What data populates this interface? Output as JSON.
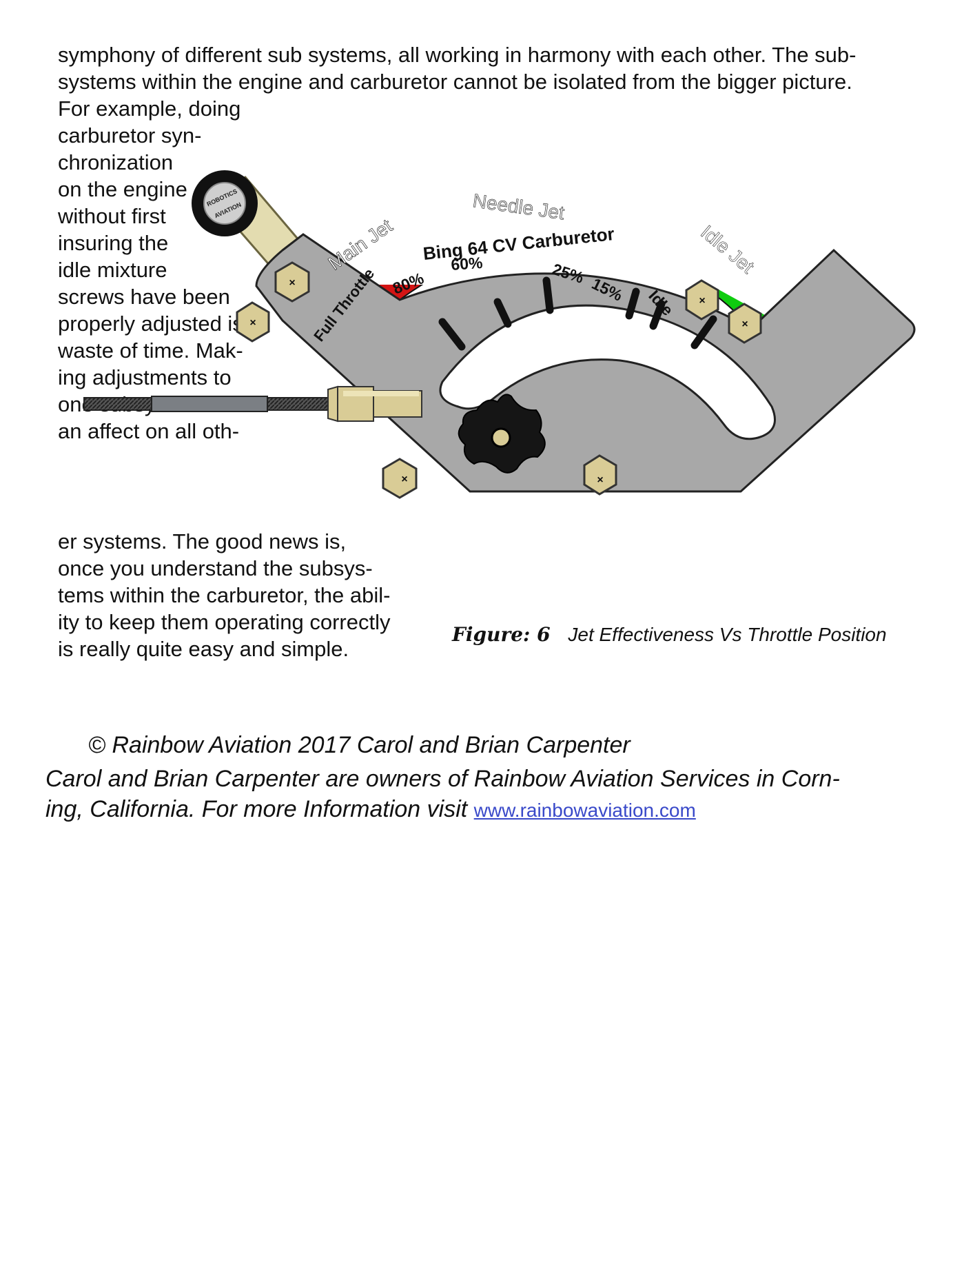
{
  "intro_lines": [
    "symphony of different sub systems, all working in harmony with each other. The sub-",
    "systems within the engine and carburetor cannot be isolated from the bigger picture."
  ],
  "wrap_left_lines": [
    "For example, doing",
    "carburetor syn-",
    "chronization",
    "on the engine",
    "without first",
    "insuring the",
    "idle mixture",
    "screws have been",
    "properly adjusted is a",
    "waste of time. Mak-",
    "ing adjustments to",
    "one subsystem has",
    "an affect on all oth-"
  ],
  "wrap_bottom_lines": [
    "er systems. The good news is,",
    "once you understand the subsys-",
    "tems within the carburetor, the abil-",
    "ity to keep them operating correctly",
    "is really quite easy and simple."
  ],
  "figure": {
    "caption_label": "Figure: 6",
    "caption_title": "Jet Effectiveness Vs Throttle Position",
    "bands": {
      "main_jet": "Main Jet",
      "needle_jet": "Needle Jet",
      "idle_jet": "Idle Jet"
    },
    "plate_title": "Bing 64 CV Carburetor",
    "positions": {
      "full_throttle": "Full Throttle",
      "p80": "80%",
      "p60": "60%",
      "p25": "25%",
      "p15": "15%",
      "idle": "Idle"
    },
    "knob_text_top": "ROBOTICS",
    "knob_text_bottom": "AVIATION",
    "screw_mark": "×",
    "colors": {
      "main_jet": "#d41414",
      "needle_jet": "#1414cc",
      "idle_jet": "#0fcc0f",
      "plate": "#a8a8a8",
      "brass": "#d9cc96",
      "link": "#e3dcb0"
    }
  },
  "footer": {
    "copyright": "© Rainbow Aviation 2017 Carol and Brian Carpenter",
    "about_line1": "Carol and Brian Carpenter are owners of Rainbow Aviation Services in Corn-",
    "about_line2": "ing, California. For more Information visit",
    "link_text": "www.rainbowaviation.com"
  }
}
